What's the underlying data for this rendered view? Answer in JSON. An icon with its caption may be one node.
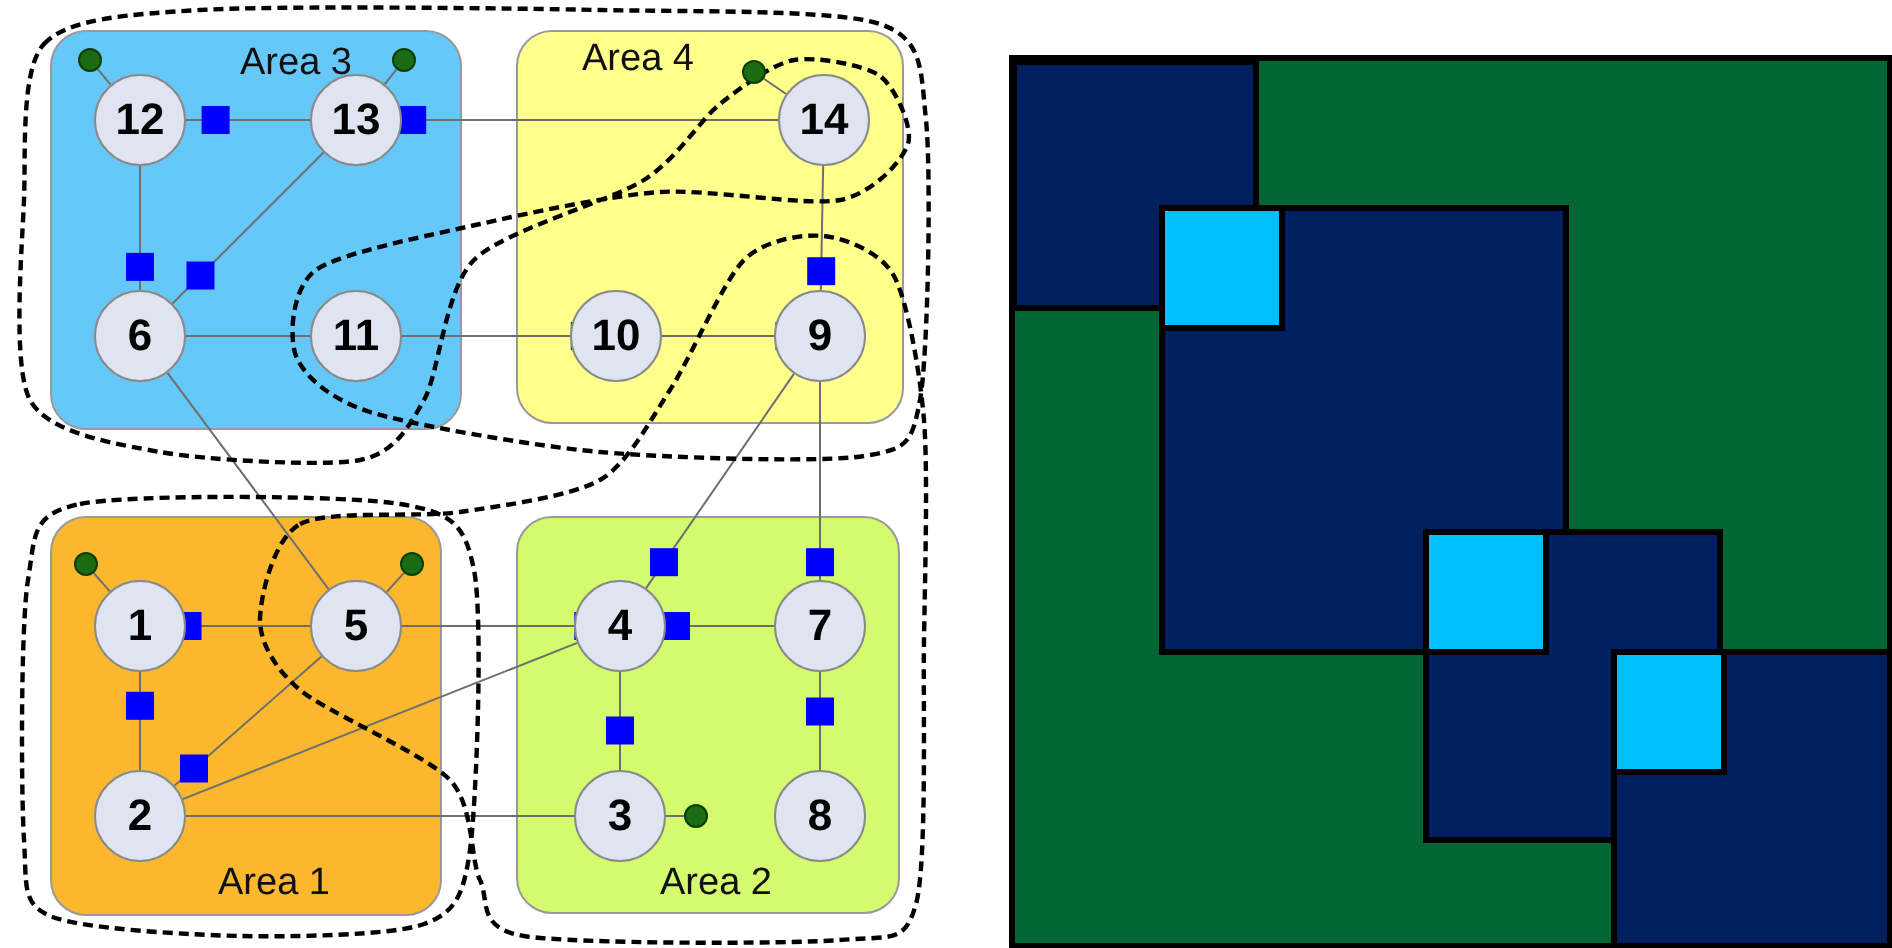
{
  "diagram": {
    "nodes": [
      {
        "text": [
          "Area 3"
        ]
      },
      {
        "text": [
          "12"
        ],
        "in": 0
      },
      {
        "text": [
          "13"
        ],
        "in": 0
      },
      {
        "text": [
          "6"
        ],
        "in": 0
      },
      {
        "text": [
          "11"
        ],
        "in": 0
      },
      {
        "text": [
          "Area 4"
        ]
      },
      {
        "text": [
          "14"
        ],
        "in": 5
      },
      {
        "text": [
          "10"
        ],
        "in": 5
      },
      {
        "text": [
          "9"
        ],
        "in": 5
      },
      {
        "text": [
          "Area 1"
        ]
      },
      {
        "text": [
          "1"
        ],
        "in": 9
      },
      {
        "text": [
          "5"
        ],
        "in": 9
      },
      {
        "text": [
          "2"
        ],
        "in": 9
      },
      {
        "text": [
          "Area 2"
        ]
      },
      {
        "text": [
          "4"
        ],
        "in": 13
      },
      {
        "text": [
          "7"
        ],
        "in": 13
      },
      {
        "text": [
          "3"
        ],
        "in": 13
      },
      {
        "text": [
          "8"
        ],
        "in": 13
      },
      {
        "text": [],
        "shape": "circle",
        "in": 0
      },
      {
        "text": [],
        "shape": "circle",
        "in": 0
      },
      {
        "text": [],
        "shape": "circle",
        "in": 5
      },
      {
        "text": [],
        "shape": "circle",
        "in": 9
      },
      {
        "text": [],
        "shape": "circle",
        "in": 9
      },
      {
        "text": [],
        "shape": "circle",
        "in": 13
      }
    ],
    "edges": [
      {
        "from": 1,
        "to": 2,
        "arrow": "none"
      },
      {
        "from": 2,
        "to": 6,
        "arrow": "none"
      },
      {
        "from": 1,
        "to": 3,
        "arrow": "none"
      },
      {
        "from": 2,
        "to": 3,
        "arrow": "none"
      },
      {
        "from": 3,
        "to": 4,
        "arrow": "none"
      },
      {
        "from": 4,
        "to": 7,
        "arrow": "none"
      },
      {
        "from": 7,
        "to": 8,
        "arrow": "none"
      },
      {
        "from": 6,
        "to": 8,
        "arrow": "none"
      },
      {
        "from": 3,
        "to": 11,
        "arrow": "none"
      },
      {
        "from": 8,
        "to": 14,
        "arrow": "none"
      },
      {
        "from": 8,
        "to": 15,
        "arrow": "none"
      },
      {
        "from": 10,
        "to": 11,
        "arrow": "none"
      },
      {
        "from": 10,
        "to": 12,
        "arrow": "none"
      },
      {
        "from": 11,
        "to": 12,
        "arrow": "none"
      },
      {
        "from": 11,
        "to": 14,
        "arrow": "none"
      },
      {
        "from": 12,
        "to": 14,
        "arrow": "none"
      },
      {
        "from": 14,
        "to": 15,
        "arrow": "none"
      },
      {
        "from": 14,
        "to": 16,
        "arrow": "none"
      },
      {
        "from": 15,
        "to": 17,
        "arrow": "none"
      },
      {
        "from": 12,
        "to": 16,
        "arrow": "none"
      },
      {
        "from": 18,
        "to": 1,
        "arrow": "none"
      },
      {
        "from": 19,
        "to": 2,
        "arrow": "none"
      },
      {
        "from": 20,
        "to": 6,
        "arrow": "none"
      },
      {
        "from": 21,
        "to": 10,
        "arrow": "none"
      },
      {
        "from": 22,
        "to": 11,
        "arrow": "none"
      },
      {
        "from": 23,
        "to": 16,
        "arrow": "none"
      }
    ]
  }
}
